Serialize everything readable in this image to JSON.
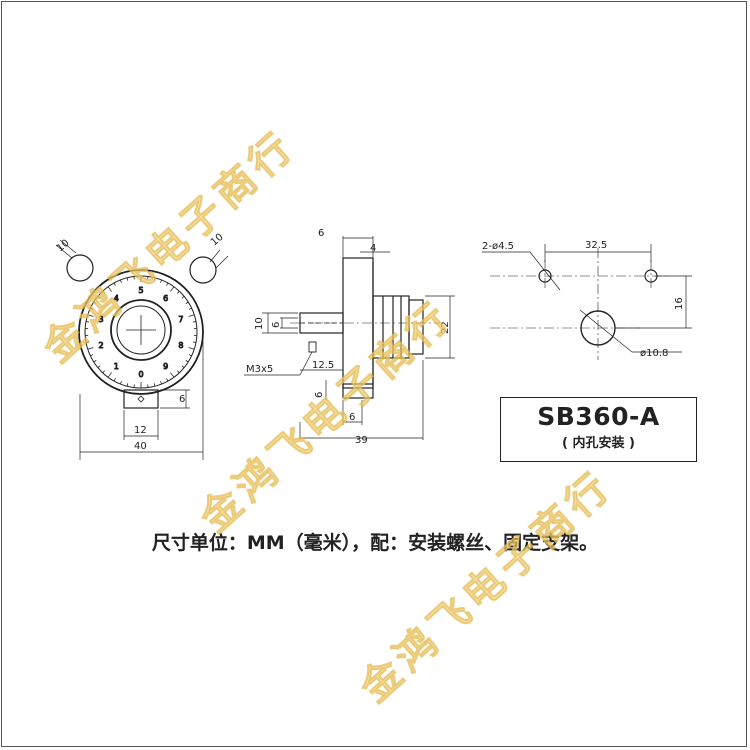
{
  "model": {
    "name": "SB360-A",
    "subtitle": "( 内孔安装 )"
  },
  "caption": "尺寸单位：MM（毫米），配：安装螺丝、固定支架。",
  "watermark": "金鸿飞电子商行",
  "dial_numbers": [
    "0",
    "1",
    "2",
    "3",
    "4",
    "5",
    "6",
    "7",
    "8",
    "9"
  ],
  "dimensions": {
    "front": {
      "ear_left": "10",
      "ear_right": "10",
      "tab_height": "6",
      "tab_width": "12",
      "overall_width": "40"
    },
    "side": {
      "top_left": "6",
      "top_right": "4",
      "shaft_dia": "10",
      "hub_dia": "6",
      "screw": "M3x5",
      "shaft_len": "12.5",
      "flange_gap": "6",
      "base_offset": "6",
      "overall_len": "39",
      "knob_dia": "22"
    },
    "panel": {
      "holes": "2-ø4.5",
      "hole_spacing": "32.5",
      "vertical": "16",
      "center_hole": "ø10.8"
    }
  },
  "colors": {
    "line": "#222222",
    "watermark": "#f0cd6e"
  }
}
